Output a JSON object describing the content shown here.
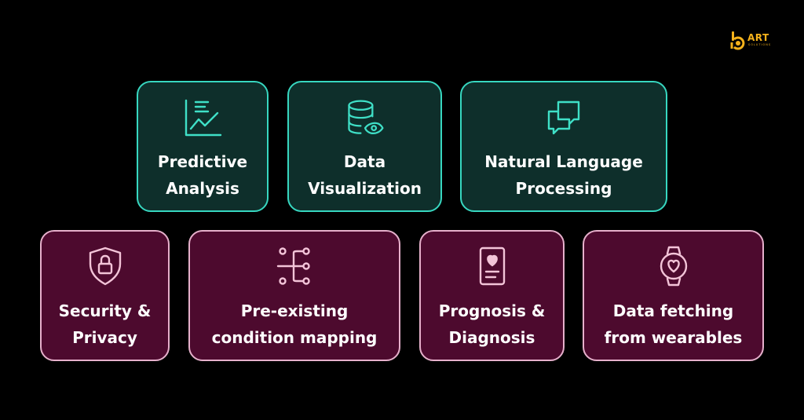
{
  "colors": {
    "background": "#000000",
    "teal_fill": "#0e2f2b",
    "teal_border": "#37d7c0",
    "teal_icon": "#3fe0c7",
    "plum_fill": "#4d0a2e",
    "plum_border": "#e6b0cb",
    "plum_icon": "#f3c4d8",
    "logo": "#f5b21b",
    "text": "#ffffff"
  },
  "logo": {
    "word": "ART",
    "sub": "SOLUTIONS"
  },
  "top_row": [
    {
      "label": "Predictive\nAnalysis",
      "icon": "line-chart-icon"
    },
    {
      "label": "Data\nVisualization",
      "icon": "database-eye-icon"
    },
    {
      "label": "Natural Language\nProcessing",
      "icon": "chat-bubbles-icon"
    }
  ],
  "bottom_row": [
    {
      "label": "Security &\nPrivacy",
      "icon": "shield-lock-icon"
    },
    {
      "label": "Pre-existing\ncondition mapping",
      "icon": "branch-nodes-icon"
    },
    {
      "label": "Prognosis &\nDiagnosis",
      "icon": "heart-report-icon"
    },
    {
      "label": "Data fetching\nfrom wearables",
      "icon": "smartwatch-heart-icon"
    }
  ]
}
